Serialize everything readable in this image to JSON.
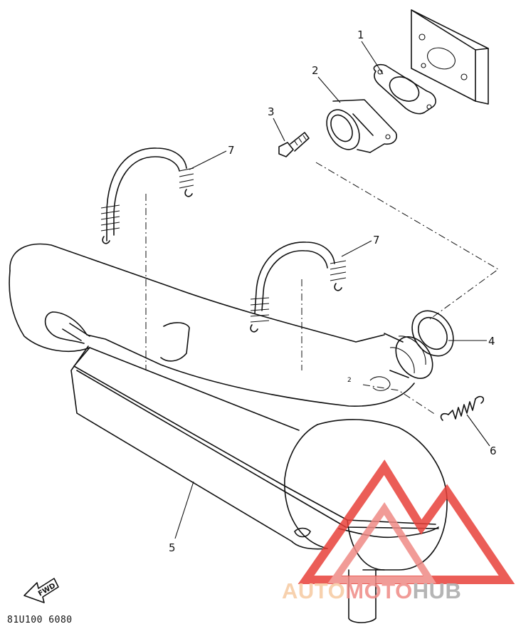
{
  "diagram": {
    "callouts": [
      {
        "id": "1",
        "label": "1"
      },
      {
        "id": "2",
        "label": "2"
      },
      {
        "id": "3",
        "label": "3"
      },
      {
        "id": "4",
        "label": "4"
      },
      {
        "id": "5",
        "label": "5"
      },
      {
        "id": "6",
        "label": "6"
      },
      {
        "id": "7a",
        "label": "7"
      },
      {
        "id": "7b",
        "label": "7"
      }
    ],
    "fwd_label": "FWD",
    "drawing_code": "81U100 6080"
  },
  "watermark": {
    "part1": "AUTO",
    "part2": "MOTO",
    "part3": "HUB",
    "colors": {
      "auto": "#f6c9a0",
      "moto": "#ef8a86",
      "hub": "#a9a9a9",
      "triangle": "#e8413a"
    }
  }
}
